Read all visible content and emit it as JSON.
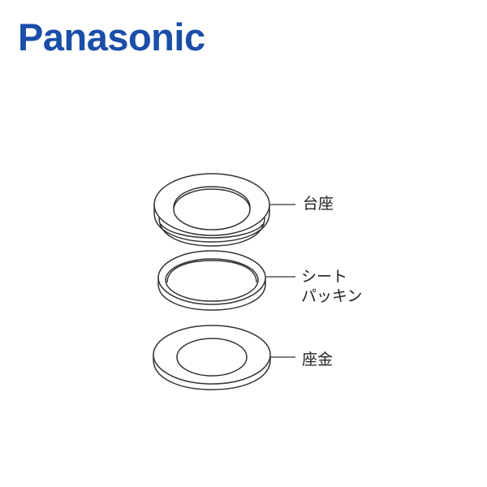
{
  "brand": {
    "logo_text": "Panasonic",
    "logo_color": "#1a4ea8"
  },
  "parts": [
    {
      "label": "台座"
    },
    {
      "label_lines": [
        "シート",
        "パッキン"
      ]
    },
    {
      "label": "座金"
    }
  ]
}
